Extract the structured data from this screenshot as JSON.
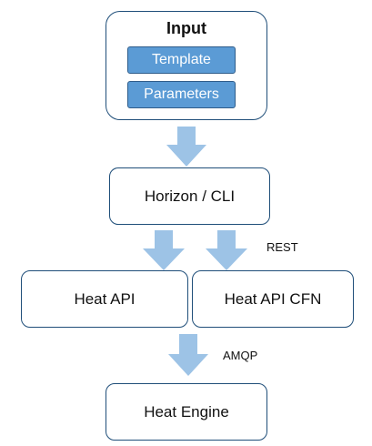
{
  "input": {
    "title": "Input",
    "items": [
      "Template",
      "Parameters"
    ]
  },
  "nodes": {
    "horizon": "Horizon / CLI",
    "heat_api": "Heat API",
    "heat_api_cfn": "Heat API CFN",
    "heat_engine": "Heat Engine"
  },
  "edge_labels": {
    "rest": "REST",
    "amqp": "AMQP"
  },
  "colors": {
    "box_border": "#1f4e79",
    "pill_fill": "#5b9bd5",
    "arrow_fill": "#9dc3e6"
  }
}
